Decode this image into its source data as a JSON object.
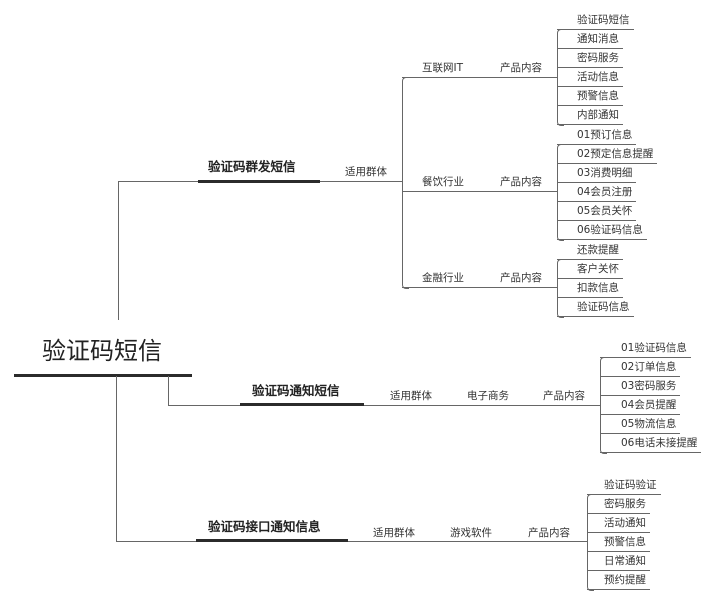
{
  "root": {
    "title": "验证码短信"
  },
  "branches": [
    {
      "title": "验证码群发短信",
      "audience_label": "适用群体",
      "groups": [
        {
          "industry": "互联网IT",
          "content_label": "产品内容",
          "items": [
            "验证码短信",
            "通知消息",
            "密码服务",
            "活动信息",
            "预警信息",
            "内部通知"
          ]
        },
        {
          "industry": "餐饮行业",
          "content_label": "产品内容",
          "items": [
            "01预订信息",
            "02预定信息提醒",
            "03消费明细",
            "04会员注册",
            "05会员关怀",
            "06验证码信息"
          ]
        },
        {
          "industry": "金融行业",
          "content_label": "产品内容",
          "items": [
            "还款提醒",
            "客户关怀",
            "扣款信息",
            "验证码信息"
          ]
        }
      ]
    },
    {
      "title": "验证码通知短信",
      "audience_label": "适用群体",
      "industry": "电子商务",
      "content_label": "产品内容",
      "items": [
        "01验证码信息",
        "02订单信息",
        "03密码服务",
        "04会员提醒",
        "05物流信息",
        "06电话未接提醒"
      ]
    },
    {
      "title": "验证码接口通知信息",
      "audience_label": "适用群体",
      "industry": "游戏软件",
      "content_label": "产品内容",
      "items": [
        "验证码验证",
        "密码服务",
        "活动通知",
        "预警信息",
        "日常通知",
        "预约提醒"
      ]
    }
  ],
  "colors": {
    "line": "#666666",
    "bar": "#2b2b2b",
    "text": "#333333"
  }
}
